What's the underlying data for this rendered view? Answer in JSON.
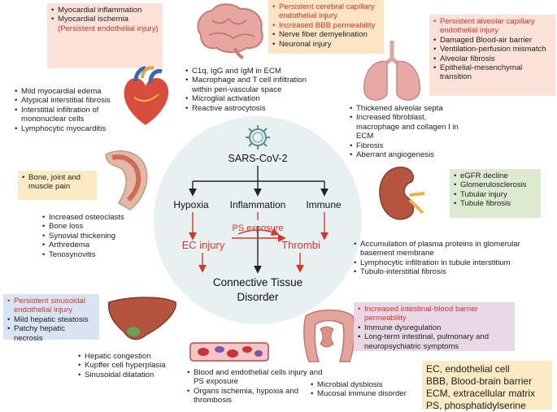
{
  "center": {
    "virus": "SARS-CoV-2",
    "hypoxia": "Hypoxia",
    "inflammation": "Inflammation",
    "immune": "Immune",
    "ps_exposure": "PS exposure",
    "ec_injury": "EC injury",
    "thrombi": "Thrombi",
    "outcome_line1": "Connective Tissue",
    "outcome_line2": "Disorder"
  },
  "heart": {
    "box": [
      "Myocardial inflammation",
      "Myocardial ischemia"
    ],
    "box_red": "(Persistent endothelial injury)",
    "list": [
      "Mild myocardial edema",
      "Atypical interstitial fibrosis",
      "Interstitial infiltration of mononuclear cells",
      "Lymphocytic myocarditis"
    ]
  },
  "brain": {
    "box_red": [
      "Persistent cerebral capillary endothelial injury",
      "Increased BBB permeability"
    ],
    "box": [
      "Nerve fiber demyelination",
      "Neuronal injury"
    ],
    "list": [
      "C1q, IgG and IgM in ECM",
      "Macrophage and T cell infiltration within peri-vascular space",
      "Microglial activation",
      "Reactive astrocytosis"
    ]
  },
  "lung": {
    "box_red": "Persistent alveolar capillary endothelial injury",
    "box": [
      "Damaged Blood-air barrier",
      "Ventilation-perfusion mismatch",
      "Alveolar fibrosis",
      "Epithelial-mesenchymal transition"
    ],
    "list": [
      "Thickened alveolar septa",
      "Increased fibroblast, macrophage and collagen I in ECM",
      "Fibrosis",
      "Aberrant angiogenesis"
    ]
  },
  "joint": {
    "box": "Bone, joint and muscle pain",
    "list": [
      "Increased osteoclasts",
      "Bone loss",
      "Synovial thickening",
      "Arthredema",
      "Tenosynovitis"
    ]
  },
  "kidney": {
    "box": [
      "eGFR decline",
      "Glomerulosclerosis",
      "Tubular injury",
      "Tubule fibrosis"
    ],
    "list": [
      "Accumulation of plasma proteins in glomerular basement membrane",
      "Lymphocytic infiltration in tubule interstitium",
      "Tubulo-interstitial fibrosis"
    ]
  },
  "liver": {
    "box_red": "Persistent sinusoidal endothelial injury",
    "box": [
      "Mild hepatic steatosis",
      "Patchy hepatic necrosis"
    ],
    "list": [
      "Hepatic congestion",
      "Kupffer cell hyperplasia",
      "Sinusoidal dilatation"
    ]
  },
  "vessel": {
    "list": [
      "Blood and endothelial cells injury and PS exposure",
      "Organs ischemia, hypoxia and thrombosis"
    ]
  },
  "intestine": {
    "box_red": "Increased intestinal-blood barrier permeability",
    "box": [
      "Immune dysregulation",
      "Long-term intestinal, pulmonary and neuropsychiatric symptoms"
    ],
    "list": [
      "Microbial dysbiosis",
      "Mucosal immune disorder"
    ]
  },
  "abbreviations": [
    "EC, endothelial cell",
    "BBB, Blood-brain barrier",
    "ECM, extracellular matrix",
    "PS, phosphatidylserine"
  ]
}
